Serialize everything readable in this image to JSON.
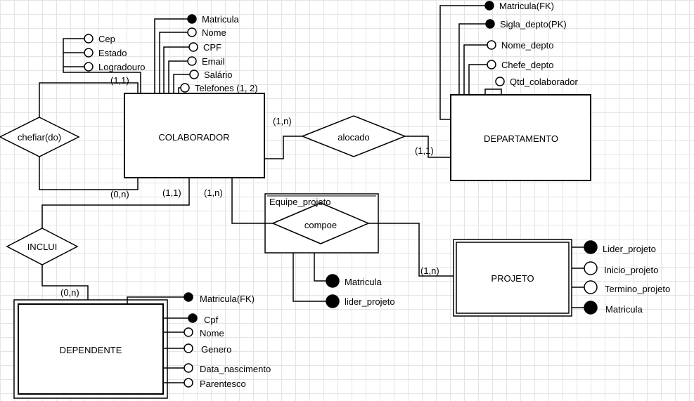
{
  "entities": {
    "colaborador": "COLABORADOR",
    "departamento": "DEPARTAMENTO",
    "projeto": "PROJETO",
    "dependente": "DEPENDENTE"
  },
  "relationships": {
    "chefiar": "chefiar(do)",
    "alocado": "alocado",
    "compoe": "compoe",
    "inclui": "INCLUI"
  },
  "aggregation": {
    "label": "Equipe_projeto"
  },
  "cardinalities": {
    "chefiar_top": "(1,1)",
    "chefiar_bottom": "(0,n)",
    "alocado_colab": "(1,n)",
    "alocado_depto": "(1,1)",
    "inclui_colab": "(1,1)",
    "compoe_colab": "(1,n)",
    "compoe_projeto": "(1,n)",
    "inclui_dep": "(0,n)"
  },
  "attributes": {
    "colaborador": [
      {
        "label": "Matricula",
        "key": true
      },
      {
        "label": "Nome",
        "key": false
      },
      {
        "label": "CPF",
        "key": false
      },
      {
        "label": "Email",
        "key": false
      },
      {
        "label": "Salário",
        "key": false
      },
      {
        "label": "Telefones (1, 2)",
        "key": false
      }
    ],
    "colaborador_endereco": [
      {
        "label": "Cep",
        "key": false
      },
      {
        "label": "Estado",
        "key": false
      },
      {
        "label": "Logradouro",
        "key": false
      }
    ],
    "departamento": [
      {
        "label": "Matricula(FK)",
        "key": true
      },
      {
        "label": "Sigla_depto(PK)",
        "key": true
      },
      {
        "label": "Nome_depto",
        "key": false
      },
      {
        "label": "Chefe_depto",
        "key": false
      },
      {
        "label": "Qtd_colaborador",
        "key": false
      }
    ],
    "compoe": [
      {
        "label": "Matricula",
        "key": true
      },
      {
        "label": "lider_projeto",
        "key": true
      }
    ],
    "projeto": [
      {
        "label": "Lider_projeto",
        "key": true
      },
      {
        "label": "Inicio_projeto",
        "key": false
      },
      {
        "label": "Termino_projeto",
        "key": false
      },
      {
        "label": "Matricula",
        "key": true
      }
    ],
    "dependente": [
      {
        "label": "Matricula(FK)",
        "key": true
      },
      {
        "label": "Cpf",
        "key": true
      },
      {
        "label": "Nome",
        "key": false
      },
      {
        "label": "Genero",
        "key": false
      },
      {
        "label": "Data_nascimento",
        "key": false
      },
      {
        "label": "Parentesco",
        "key": false
      }
    ]
  }
}
